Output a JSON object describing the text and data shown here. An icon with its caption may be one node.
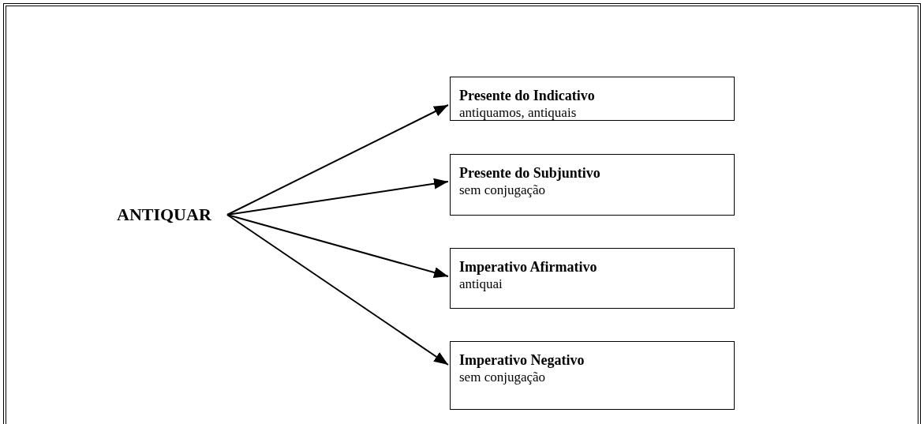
{
  "diagram": {
    "nodes": [
      {
        "text": [
          "ANTIQUAR"
        ]
      },
      {
        "text": [
          "Presente do Indicativo",
          "antiquamos, antiquais"
        ]
      },
      {
        "text": [
          "Presente do Subjuntivo",
          "sem conjugação"
        ]
      },
      {
        "text": [
          "Imperativo Afirmativo",
          "antiquai"
        ]
      },
      {
        "text": [
          "Imperativo Negativo",
          "sem conjugação"
        ]
      }
    ],
    "edges": [
      {
        "from": 0,
        "to": 1,
        "arrow": "to"
      },
      {
        "from": 0,
        "to": 2,
        "arrow": "to"
      },
      {
        "from": 0,
        "to": 3,
        "arrow": "to"
      },
      {
        "from": 0,
        "to": 4,
        "arrow": "to"
      }
    ]
  }
}
